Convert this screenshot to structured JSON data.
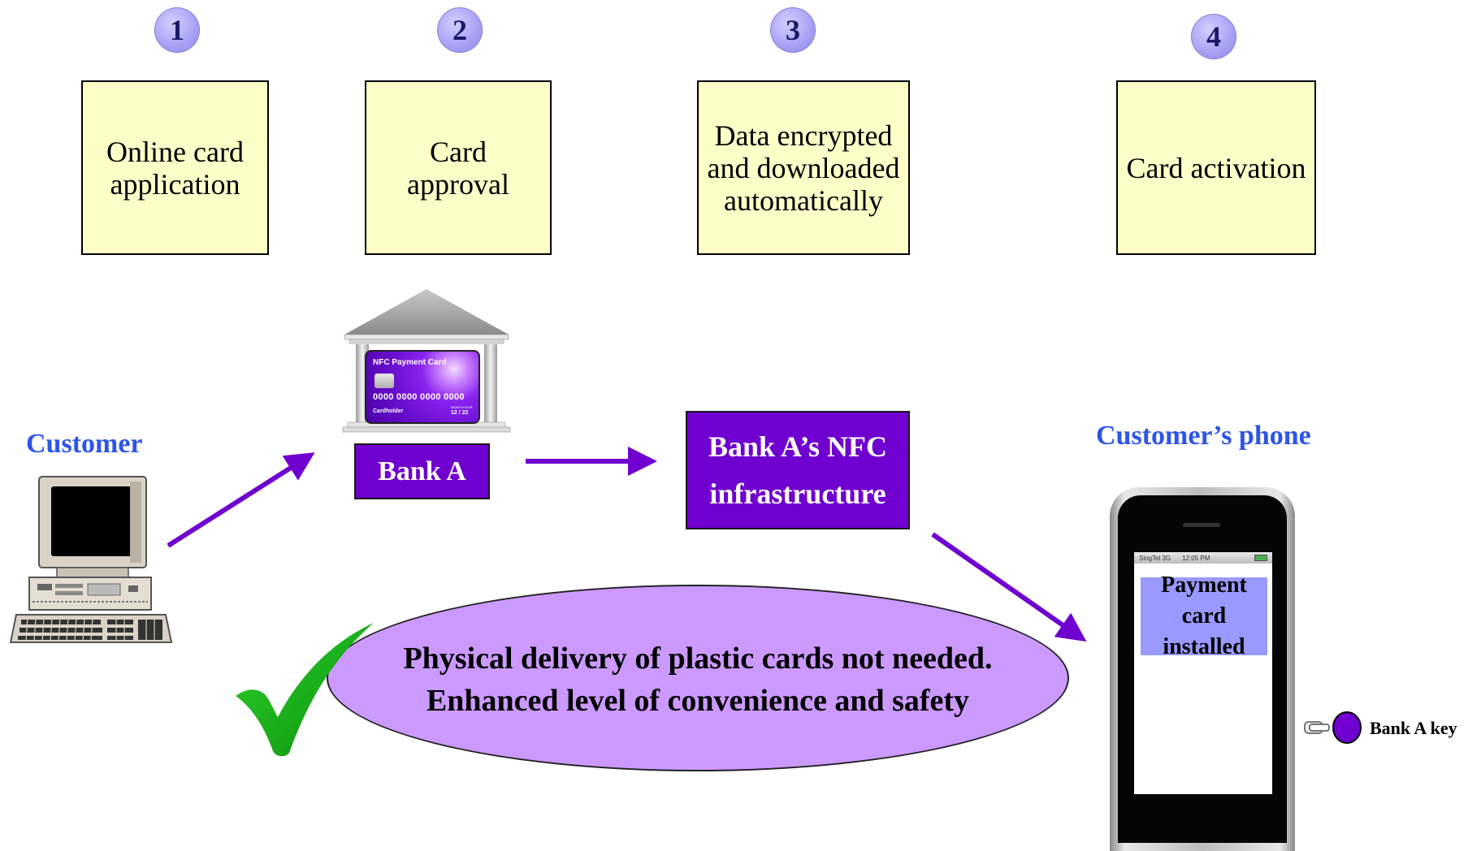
{
  "steps": [
    {
      "number": "1",
      "label": "Online card application"
    },
    {
      "number": "2",
      "label": "Card approval"
    },
    {
      "number": "3",
      "label": "Data encrypted and downloaded automatically"
    },
    {
      "number": "4",
      "label": "Card activation"
    }
  ],
  "customer_label": "Customer",
  "bank_label": "Bank A",
  "nfc_card": {
    "title": "NFC Payment Card",
    "number": "0000 0000 0000 0000",
    "holder": "Cardholder",
    "expiry_caption": "MONTH/YEAR",
    "expiry": "12 / 22"
  },
  "infrastructure_label": "Bank A’s NFC infrastructure",
  "phone_label": "Customer’s phone",
  "phone_status_bar": {
    "carrier": "SingTel 3G",
    "time": "12:05 PM"
  },
  "phone_screen_text": "Payment card installed",
  "key_label": "Bank A key",
  "benefit": {
    "line1": "Physical delivery of plastic cards not needed.",
    "line2": "Enhanced level of convenience and safety"
  },
  "colors": {
    "step_box_fill": "#fdfdc8",
    "step_circle_fill": "#a9a3f5",
    "purple": "#6f00cf",
    "label_blue": "#2d55e8",
    "ellipse_fill": "#cc99ff",
    "check_green": "#13b313",
    "arrow": "#6f00cf"
  },
  "icons": [
    "computer-icon",
    "bank-building-icon",
    "smartphone-icon",
    "key-icon",
    "checkmark-icon"
  ]
}
